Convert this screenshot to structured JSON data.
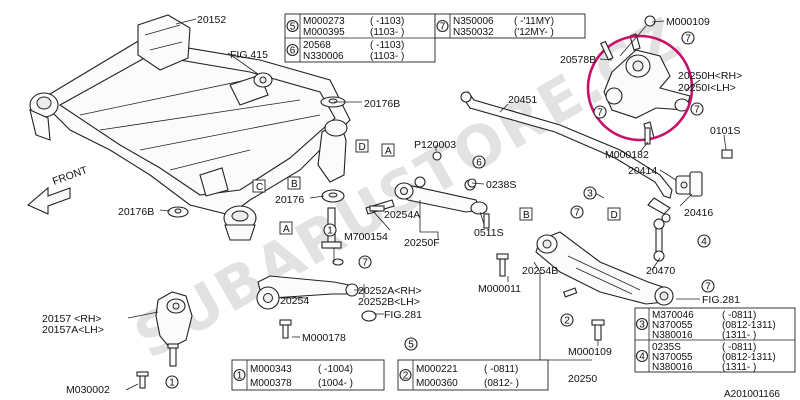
{
  "labels": {
    "p20152": "20152",
    "fig415": "FIG.415",
    "p20176b_top": "20176B",
    "p20176": "20176",
    "p20176b_left": "20176B",
    "front": "FRONT",
    "p120003": "P120003",
    "p0238s": "0238S",
    "p20254a": "20254A",
    "m700154": "M700154",
    "p20250f": "20250F",
    "p0511s": "0511S",
    "p20451": "20451",
    "p20578b": "20578B",
    "m000109_top": "M000109",
    "p20250h": "20250H<RH>",
    "p20250i": "20250I<LH>",
    "m000182": "M000182",
    "p0101s": "0101S",
    "p20414": "20414",
    "p20416": "20416",
    "p20470": "20470",
    "fig281_right": "FIG.281",
    "p20252a": "20252A<RH>",
    "p20252b": "20252B<LH>",
    "p20254": "20254",
    "fig281_mid": "FIG.281",
    "m000178": "M000178",
    "p20254b": "20254B",
    "m000011": "M000011",
    "m000109_bottom": "M000109",
    "p20250": "20250",
    "p20157": "20157 <RH>",
    "p20157a": "20157A<LH>",
    "m030002": "M030002",
    "figure_id": "A201001166"
  },
  "callout_numbers": {
    "n1": "1",
    "n2": "2",
    "n3": "3",
    "n4": "4",
    "n5": "5",
    "n6": "6",
    "n7": "7"
  },
  "ref_letters": {
    "a": "A",
    "b": "B",
    "c": "C",
    "d": "D"
  },
  "watermark": "SUBARUSTORE.CZ",
  "tables": {
    "top": {
      "group5": {
        "num": "5",
        "rows": [
          [
            "M000273",
            "( -1103)"
          ],
          [
            "M000395",
            "(1103- )"
          ]
        ]
      },
      "group7": {
        "num": "7",
        "rows": [
          [
            "N350006",
            "( -'11MY)"
          ],
          [
            "N350032",
            "('12MY- )"
          ]
        ]
      },
      "group6": {
        "num": "6",
        "rows": [
          [
            "20568",
            "( -1103)"
          ],
          [
            "N330006",
            "(1103- )"
          ]
        ]
      }
    },
    "right": {
      "group3": {
        "num": "3",
        "rows": [
          [
            "M370046",
            "( -0811)"
          ],
          [
            "N370055",
            "(0812-1311)"
          ],
          [
            "N380016",
            "(1311- )"
          ]
        ]
      },
      "group4": {
        "num": "4",
        "rows": [
          [
            "0235S",
            "( -0811)"
          ],
          [
            "N370055",
            "(0812-1311)"
          ],
          [
            "N380016",
            "(1311- )"
          ]
        ]
      }
    },
    "bottom1": {
      "num": "1",
      "rows": [
        [
          "M000343",
          "( -1004)"
        ],
        [
          "M000378",
          "(1004- )"
        ]
      ]
    },
    "bottom2": {
      "num": "2",
      "rows": [
        [
          "M000221",
          "( -0811)"
        ],
        [
          "M000360",
          "(0812- )"
        ]
      ]
    }
  },
  "colors": {
    "highlight_circle": "#c8106a",
    "watermark": "#bfbfbf"
  }
}
